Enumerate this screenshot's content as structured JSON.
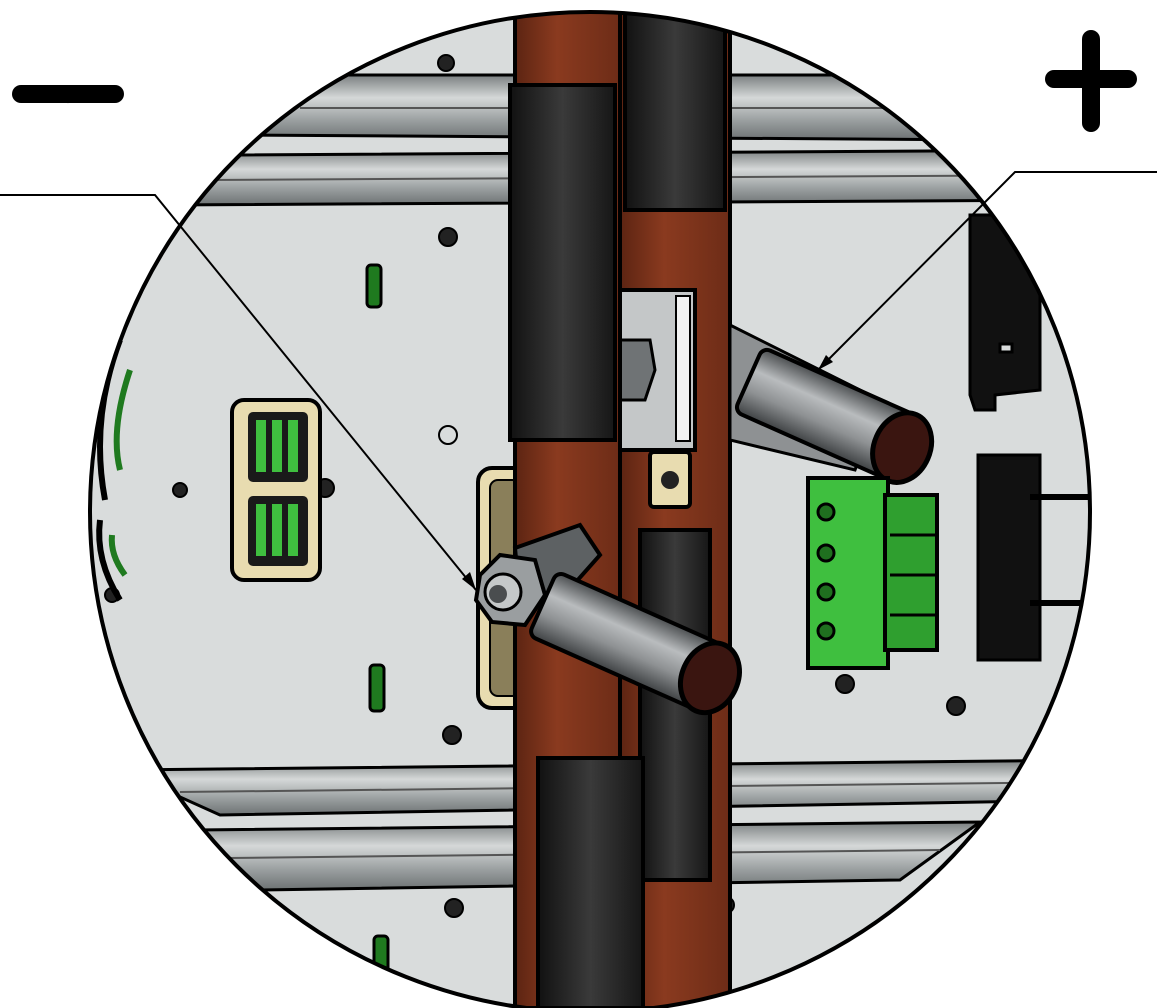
{
  "labels": {
    "negative_sign": "−",
    "positive_sign": "+"
  },
  "callouts": [
    {
      "id": "negative-terminal",
      "points_to": "negative-cable-bolt"
    },
    {
      "id": "positive-terminal",
      "points_to": "positive-cable-lug"
    }
  ],
  "colors": {
    "background": "#ffffff",
    "panel": "#d9dcdc",
    "rail": "#9ea3a4",
    "rail_light": "#c8cccc",
    "copper": "#8a3a1f",
    "copper_dark": "#5c2412",
    "sleeve": "#2a2a2a",
    "cable": "#7d8082",
    "cable_end": "#3a1510",
    "connector_green": "#3fbf3f",
    "connector_frame": "#e8dcb0",
    "line": "#000000"
  }
}
